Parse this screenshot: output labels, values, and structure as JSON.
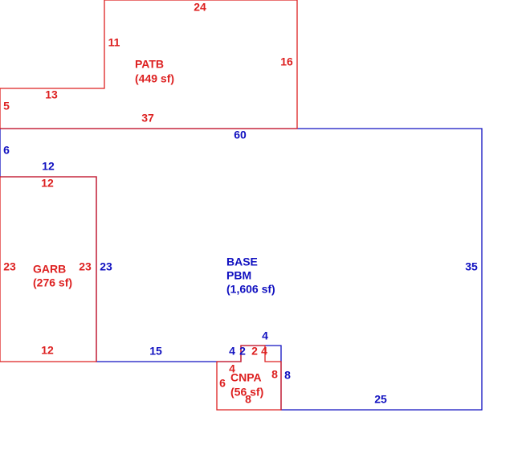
{
  "colors": {
    "base": "#1010c0",
    "addition": "#dd2020",
    "background": "#ffffff"
  },
  "areas": [
    {
      "id": "base",
      "color_role": "base",
      "name": "BASE",
      "code": "PBM",
      "area": "(1,606 sf)",
      "dimensions": [
        "60",
        "6",
        "12",
        "23",
        "15",
        "4",
        "2",
        "4",
        "8",
        "25",
        "35"
      ]
    },
    {
      "id": "patb",
      "color_role": "addition",
      "name": "PATB",
      "area": "(449 sf)",
      "dimensions": [
        "24",
        "16",
        "37",
        "5",
        "13",
        "11"
      ]
    },
    {
      "id": "garb",
      "color_role": "addition",
      "name": "GARB",
      "area": "(276 sf)",
      "dimensions": [
        "12",
        "23",
        "12",
        "23"
      ]
    },
    {
      "id": "cnpa",
      "color_role": "addition",
      "name": "CNPA",
      "area": "(56 sf)",
      "dimensions": [
        "2",
        "4",
        "4",
        "6",
        "8",
        "8"
      ]
    }
  ]
}
